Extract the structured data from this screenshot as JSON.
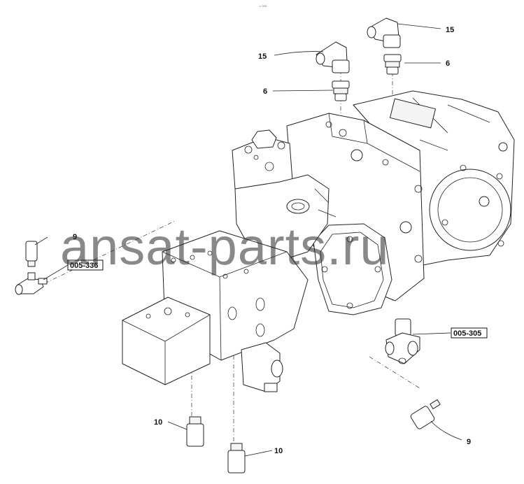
{
  "header_mark": "↘ 000",
  "watermark": "ansat-parts.ru",
  "callouts": {
    "c15_top": "15",
    "c15_left": "15",
    "c6_left": "6",
    "c6_right": "6",
    "c9_left": "9",
    "c9_right": "9",
    "c10_left": "10",
    "c10_bottom": "10"
  },
  "references": {
    "ref_336": "005-336",
    "ref_305": "005-305"
  }
}
